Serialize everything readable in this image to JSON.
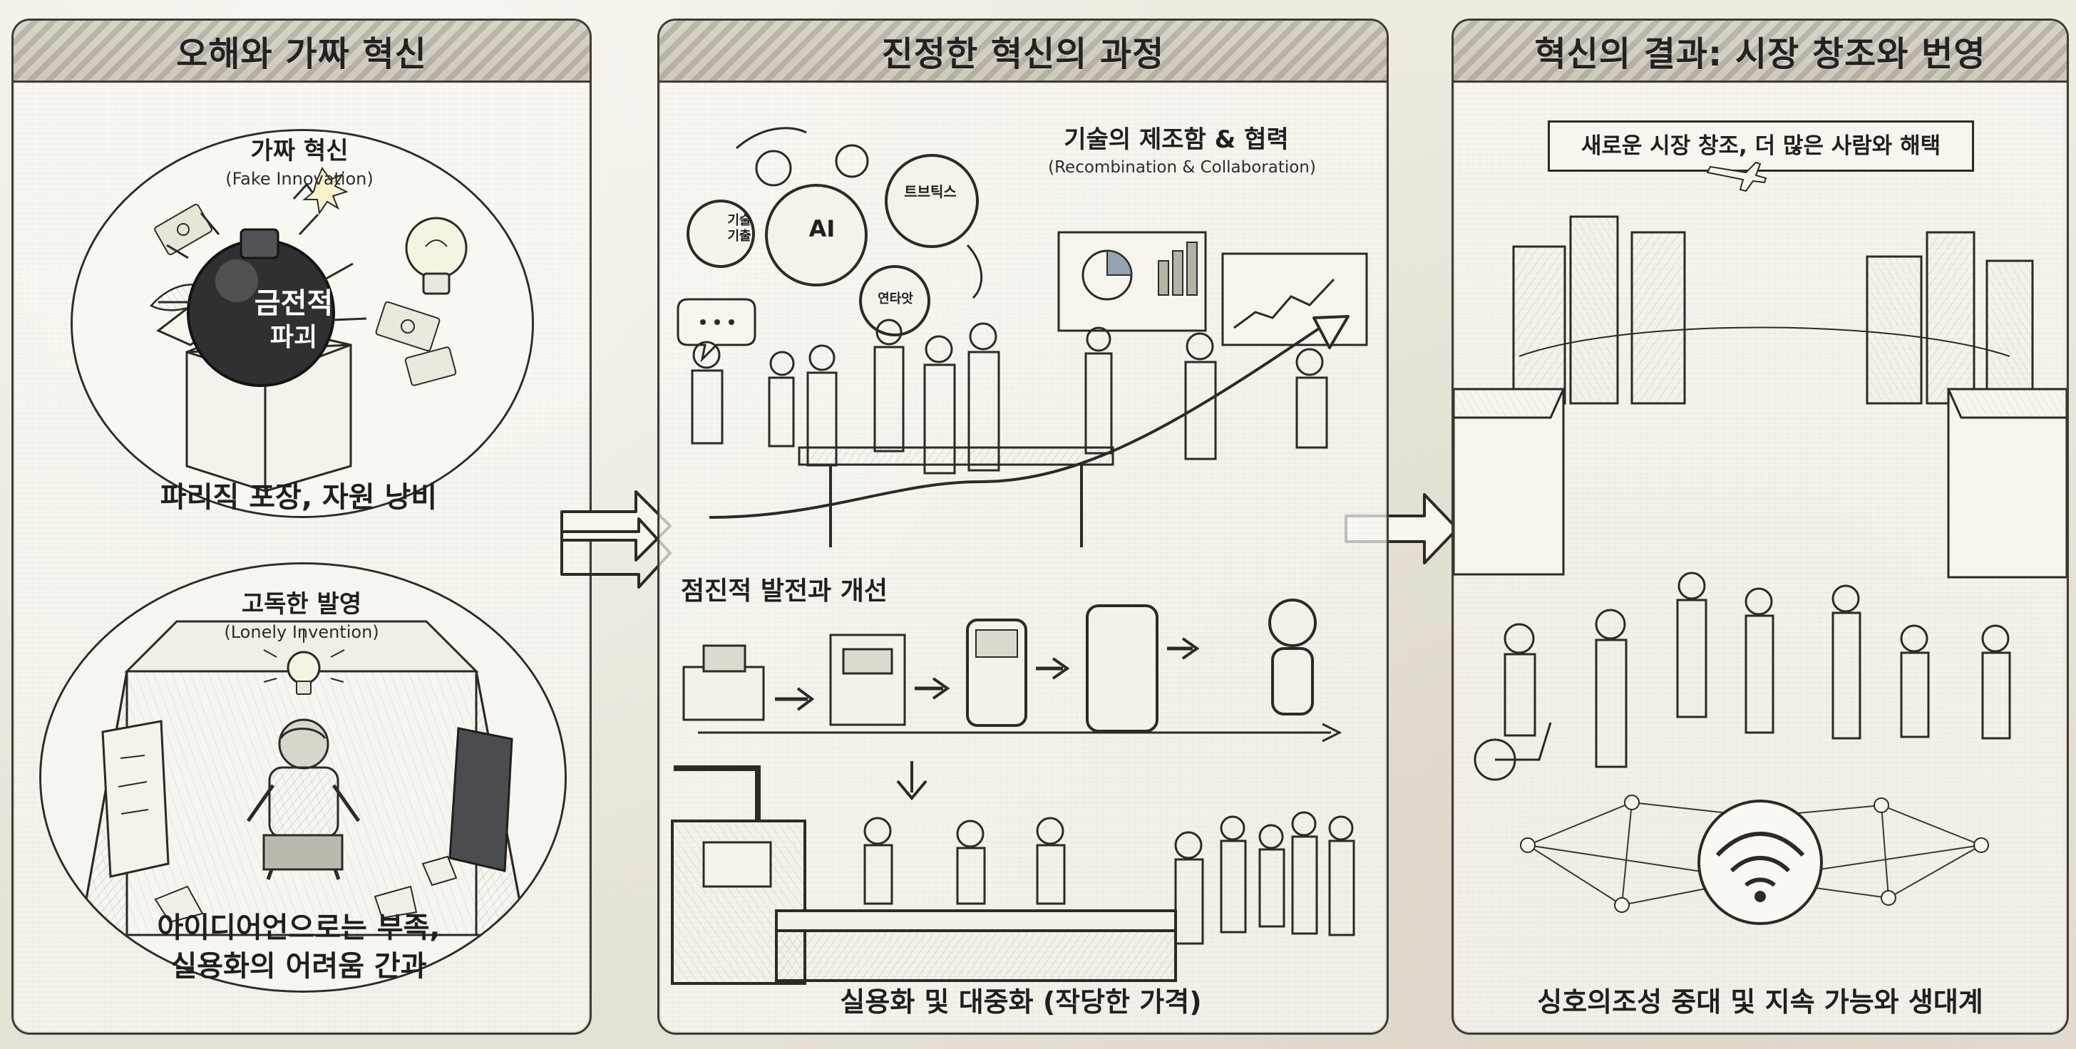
{
  "panels": {
    "left": {
      "title": "오해와 가짜 혁신",
      "fake": {
        "title": "가짜 혁신",
        "subtitle": "(Fake Innovation)",
        "bomb_label_top": "금전적",
        "bomb_label_bottom": "파괴",
        "caption": "파리직 포장, 자원 낭비"
      },
      "lonely": {
        "title": "고독한 발영",
        "subtitle": "(Lonely Invention)",
        "caption_line1": "아이디어언으로는 부족,",
        "caption_line2": "실용화의 어려움 간과"
      }
    },
    "middle": {
      "title": "진정한 혁신의 과정",
      "gears": {
        "left_top": "기술",
        "left_bottom": "기출",
        "center": "AI",
        "right": "트브틱스",
        "bottom": "연타앗"
      },
      "collab_title": "기술의 제조함 & 협력",
      "collab_subtitle": "(Recombination & Collaboration)",
      "progress_label": "점진적 발전과 개선",
      "mass_label": "실용화 및 대중화 (작당한 가격)"
    },
    "right": {
      "title": "혁신의 결과: 시장 창조와 번영",
      "banner": "새로운 시장 창조, 더 많은 사람와 해택",
      "bottom_label": "싱호의조성 중대 및 지속 가능와 생대계"
    }
  }
}
